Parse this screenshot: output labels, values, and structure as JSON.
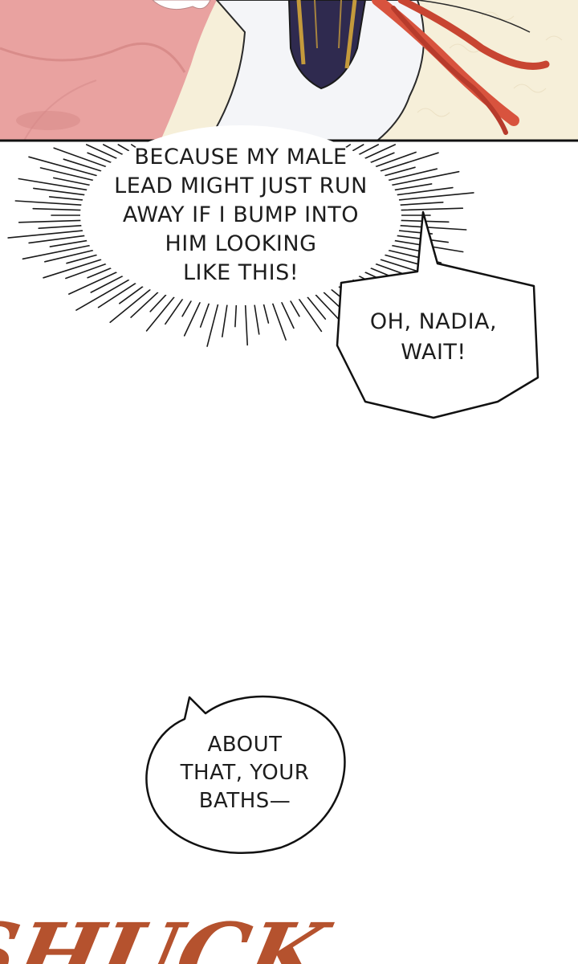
{
  "panels": {
    "top_panel": {
      "description_colors": {
        "background": "#f6efd9",
        "fabric": "#e9a2a0",
        "hair": "#d8533e",
        "dress": "#2f2a4f",
        "trim": "#c49a3c"
      }
    }
  },
  "bubbles": {
    "burst": {
      "lines": [
        "BECAUSE MY MALE",
        "LEAD MIGHT JUST RUN",
        "AWAY IF I BUMP INTO",
        "HIM LOOKING",
        "LIKE THIS!"
      ]
    },
    "speech_right": {
      "lines": [
        "OH, NADIA,",
        "WAIT!"
      ]
    },
    "speech_bottom": {
      "lines": [
        "ABOUT",
        "THAT, YOUR",
        "BATHS—"
      ]
    }
  },
  "sfx": {
    "partial_text": "SHUCK",
    "color": "#b5522e"
  }
}
